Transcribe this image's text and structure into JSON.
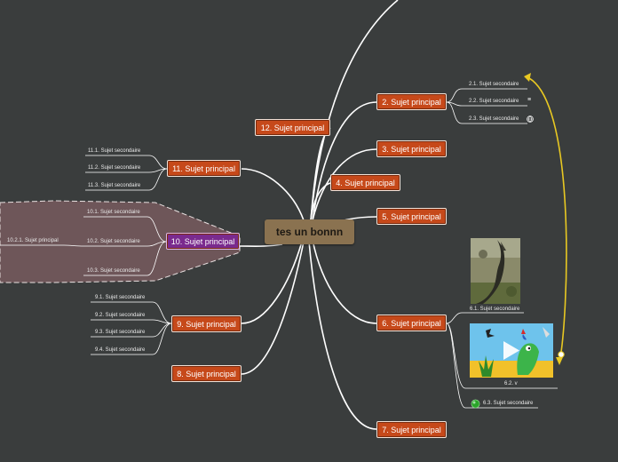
{
  "center": "tes un bonnn",
  "main_topics": [
    "2. Sujet principal",
    "3. Sujet principal",
    "4. Sujet principal",
    "5. Sujet principal",
    "6. Sujet principal",
    "7. Sujet principal",
    "8. Sujet principal",
    "9. Sujet principal",
    "10. Sujet principal",
    "11. Sujet principal",
    "12. Sujet principal"
  ],
  "subtopics": {
    "t2": [
      "2.1. Sujet secondaire",
      "2.2. Sujet secondaire",
      "2.3. Sujet secondaire"
    ],
    "t6": [
      "6.1. Sujet secondaire",
      "6.2. v",
      "6.3. Sujet secondaire"
    ],
    "t9": [
      "9.1. Sujet secondaire",
      "9.2. Sujet secondaire",
      "9.3. Sujet secondaire",
      "9.4. Sujet secondaire"
    ],
    "t10": [
      "10.1. Sujet secondaire",
      "10.2. Sujet secondaire",
      "10.3. Sujet secondaire"
    ],
    "t10_2": [
      "10.2.1. Sujet principal"
    ],
    "t11": [
      "11.1. Sujet secondaire",
      "11.2. Sujet secondaire",
      "11.3. Sujet secondaire"
    ]
  },
  "icons": {
    "note": "note-icon",
    "link": "globe-link-icon",
    "status": "green-dot-icon",
    "relationship": "relationship-arrow-icon",
    "media": "crocodile-image"
  },
  "colors": {
    "background": "#3a3d3d",
    "main_node": "#c6491a",
    "main_node_10": "#7a2a8e",
    "center_node": "#8a7250",
    "boundary": "#6e5659",
    "relationship": "#e8c822",
    "connector": "#ffffff"
  }
}
